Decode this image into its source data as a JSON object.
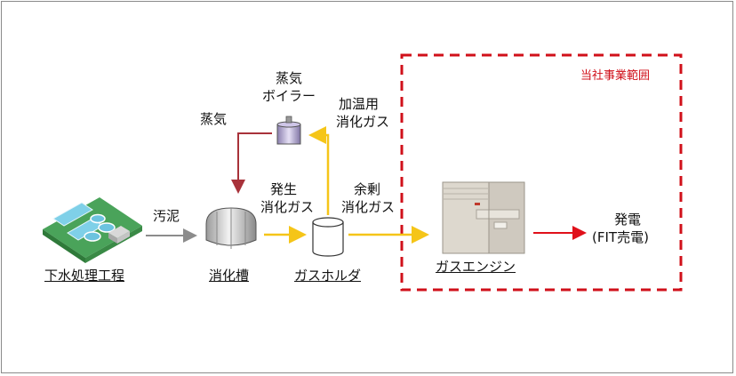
{
  "scope_label": "当社事業範囲",
  "nodes": {
    "sewage": "下水処理工程",
    "digester": "消化槽",
    "gas_holder": "ガスホルダ",
    "gas_engine": "ガスエンジン",
    "boiler_line1": "蒸気",
    "boiler_line2": "ボイラー"
  },
  "flows": {
    "sludge": "汚泥",
    "steam": "蒸気",
    "heating_gas_1": "加温用",
    "heating_gas_2": "消化ガス",
    "generated_gas_1": "発生",
    "generated_gas_2": "消化ガス",
    "surplus_gas_1": "余剰",
    "surplus_gas_2": "消化ガス",
    "power_1": "発電",
    "power_2": "(FIT売電)"
  },
  "colors": {
    "scope_border": "#d0101a",
    "gas_flow": "#f5c518",
    "steam_flow": "#a8323a",
    "sludge_flow": "#8c8c8c",
    "power_flow": "#e0101a"
  }
}
